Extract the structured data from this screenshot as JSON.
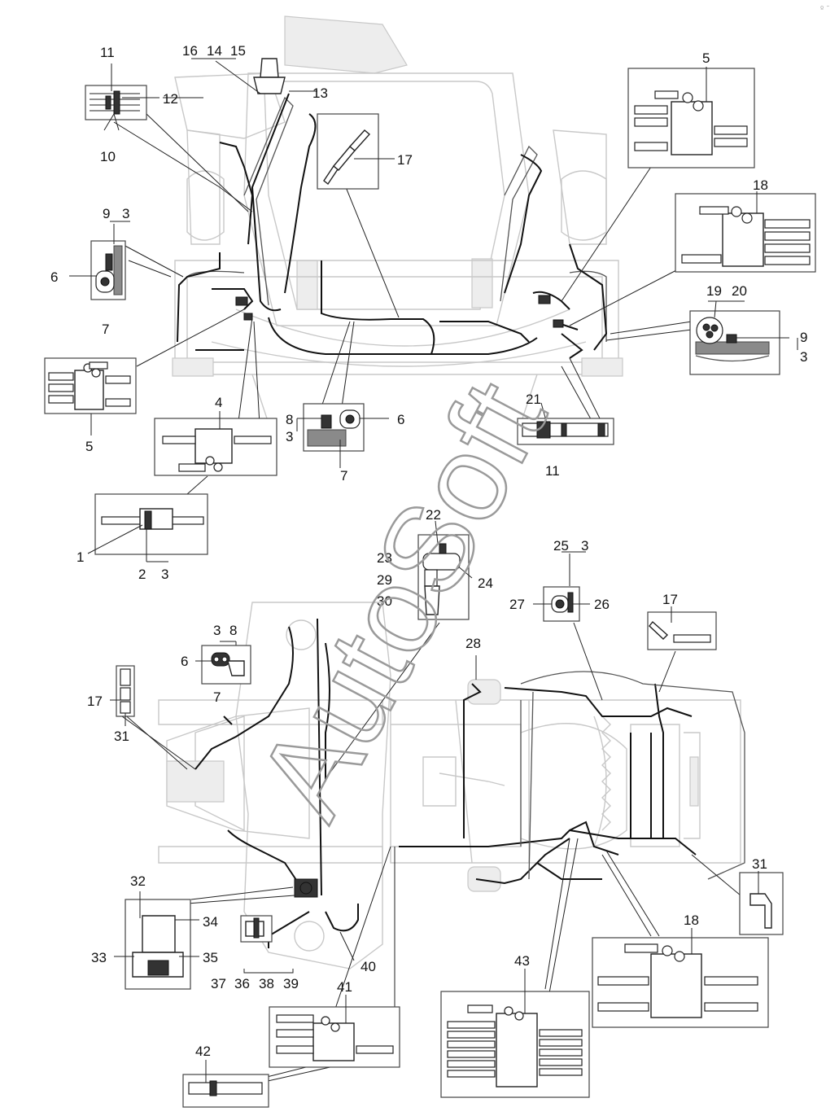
{
  "watermark": {
    "text": "AutoSoft"
  },
  "corner_mark": {
    "text": "º ˜"
  },
  "callouts": {
    "top": [
      "11",
      "16",
      "14",
      "15",
      "12",
      "13",
      "10",
      "5",
      "17",
      "18",
      "9",
      "3",
      "6",
      "7",
      "19",
      "20",
      "9",
      "3",
      "5",
      "4",
      "8",
      "3",
      "6",
      "7",
      "21",
      "11",
      "1",
      "2",
      "3"
    ],
    "bottom": [
      "22",
      "23",
      "29",
      "30",
      "24",
      "25",
      "3",
      "27",
      "26",
      "17",
      "3",
      "8",
      "6",
      "7",
      "28",
      "17",
      "31",
      "32",
      "34",
      "33",
      "35",
      "37",
      "36",
      "38",
      "39",
      "40",
      "41",
      "31",
      "18",
      "43",
      "42"
    ]
  }
}
